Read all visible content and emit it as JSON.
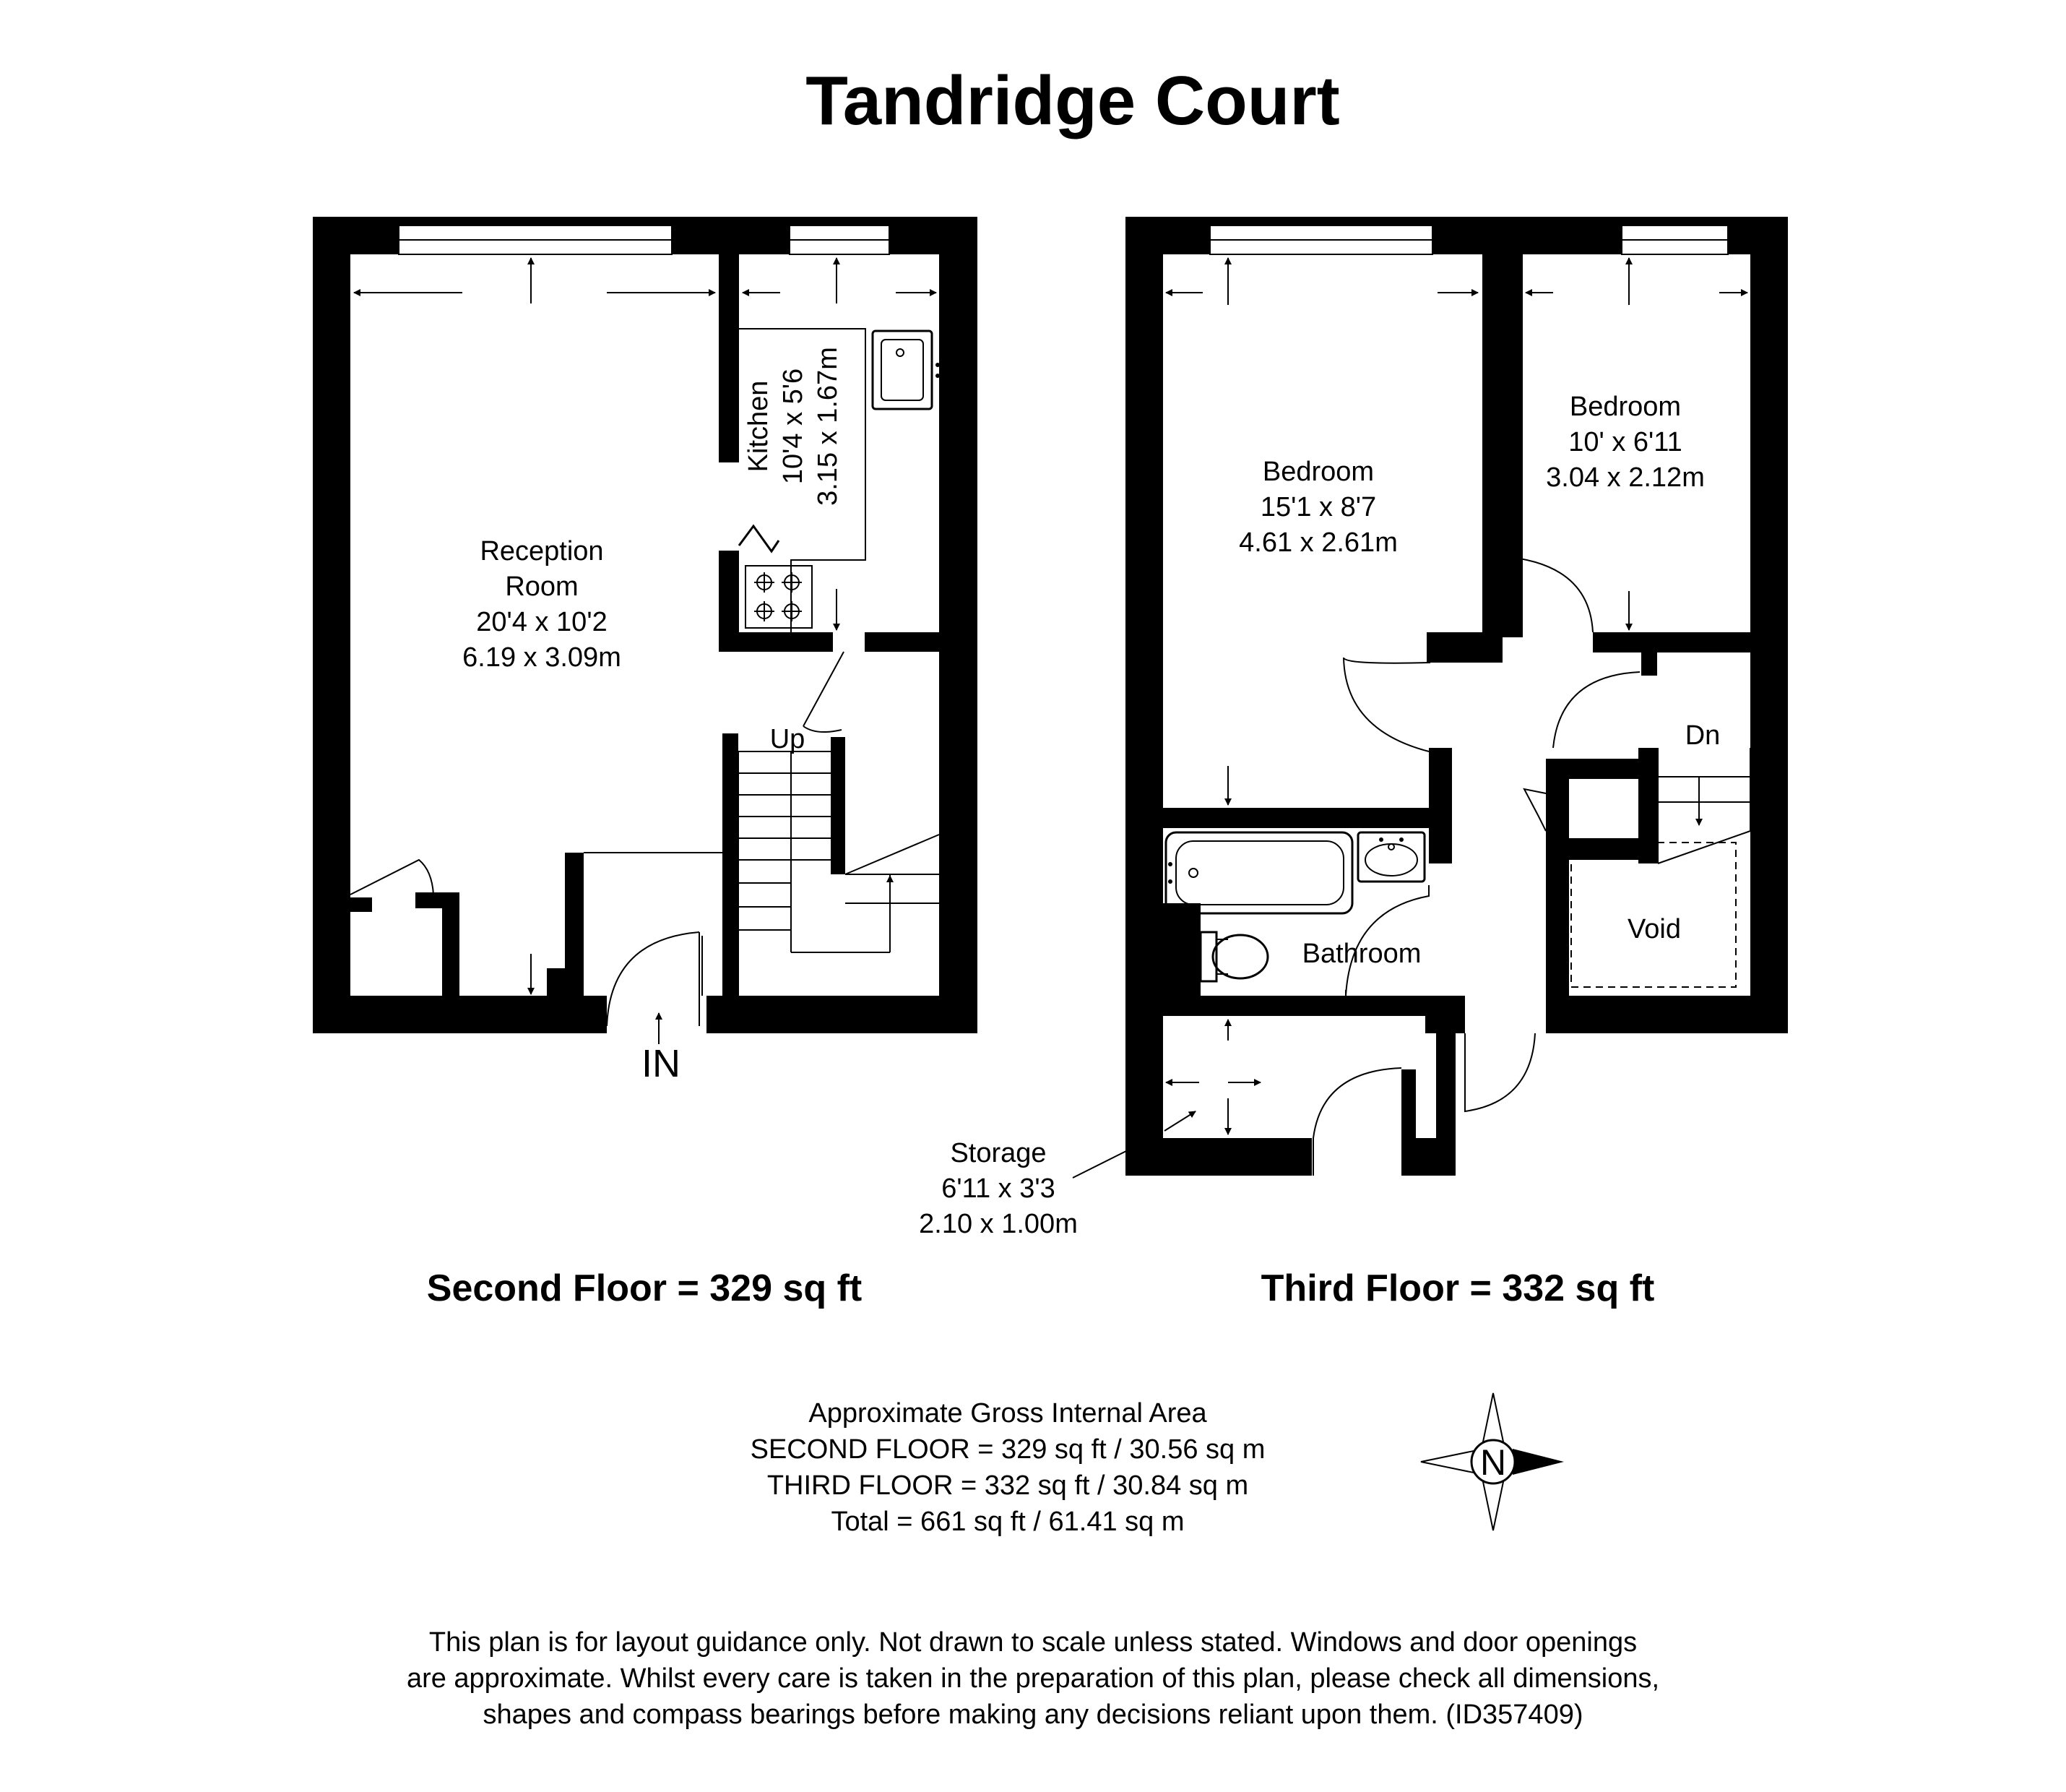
{
  "title": "Tandridge Court",
  "second_floor": {
    "caption": "Second Floor = 329 sq ft",
    "reception": {
      "line1": "Reception",
      "line2": "Room",
      "imperial": "20'4 x 10'2",
      "metric": "6.19 x 3.09m"
    },
    "kitchen": {
      "name": "Kitchen",
      "imperial": "10'4 x 5'6",
      "metric": "3.15 x 1.67m"
    },
    "stairs_label": "Up",
    "entrance_label": "IN"
  },
  "third_floor": {
    "caption": "Third Floor = 332 sq ft",
    "bedroom1": {
      "name": "Bedroom",
      "imperial": "15'1 x 8'7",
      "metric": "4.61 x 2.61m"
    },
    "bedroom2": {
      "name": "Bedroom",
      "imperial": "10' x 6'11",
      "metric": "3.04 x 2.12m"
    },
    "bathroom": "Bathroom",
    "void": "Void",
    "stairs_label": "Dn",
    "storage": {
      "name": "Storage",
      "imperial": "6'11 x 3'3",
      "metric": "2.10 x 1.00m"
    }
  },
  "area_summary": {
    "heading": "Approximate Gross Internal Area",
    "second": "SECOND FLOOR = 329 sq ft / 30.56 sq m",
    "third": "THIRD FLOOR = 332 sq ft / 30.84 sq m",
    "total": "Total = 661 sq ft / 61.41 sq m"
  },
  "compass": {
    "label": "N"
  },
  "disclaimer": {
    "line1": "This plan is for layout guidance only. Not drawn to scale unless stated. Windows and door openings",
    "line2": "are approximate. Whilst every care is taken in the preparation of this plan, please check all dimensions,",
    "line3": "shapes and compass bearings before making any decisions reliant upon them. (ID357409)"
  }
}
